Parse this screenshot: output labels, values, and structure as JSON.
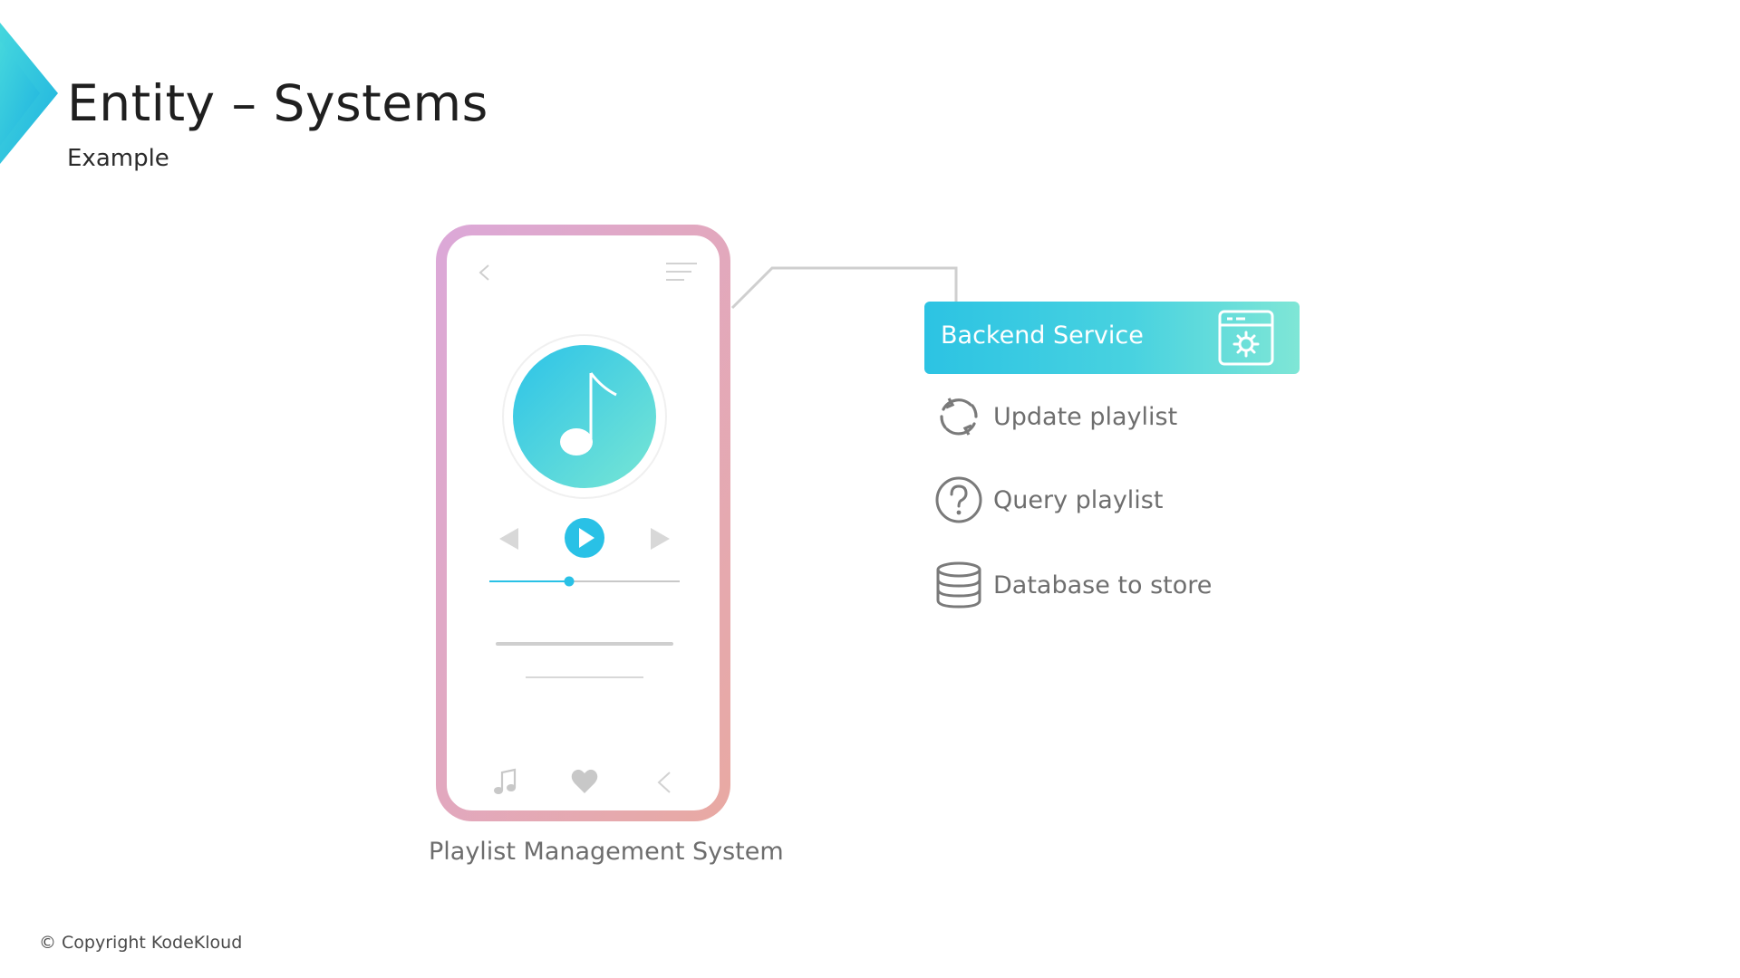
{
  "slide": {
    "title": "Entity – Systems",
    "subtitle": "Example",
    "copyright": "© Copyright KodeKloud"
  },
  "phone": {
    "caption": "Playlist Management System",
    "icons": [
      "back-arrow-icon",
      "menu-lines-icon",
      "music-note-icon",
      "previous-icon",
      "play-icon",
      "next-icon",
      "music-notes-icon",
      "heart-icon",
      "back-arrow-icon"
    ],
    "progress": 0.42
  },
  "backend": {
    "label": "Backend Service",
    "icon": "settings-window-icon",
    "features": [
      {
        "label": "Update playlist",
        "icon": "refresh-icon"
      },
      {
        "label": "Query playlist",
        "icon": "question-icon"
      },
      {
        "label": "Database to store",
        "icon": "database-icon"
      }
    ]
  },
  "colors": {
    "accent_cyan": "#2cc3e3",
    "accent_mint": "#7fe6d6",
    "phone_border_pink": "#dca8d8",
    "phone_border_salmon": "#e8a9a3",
    "text_gray": "#6e6e6e"
  }
}
